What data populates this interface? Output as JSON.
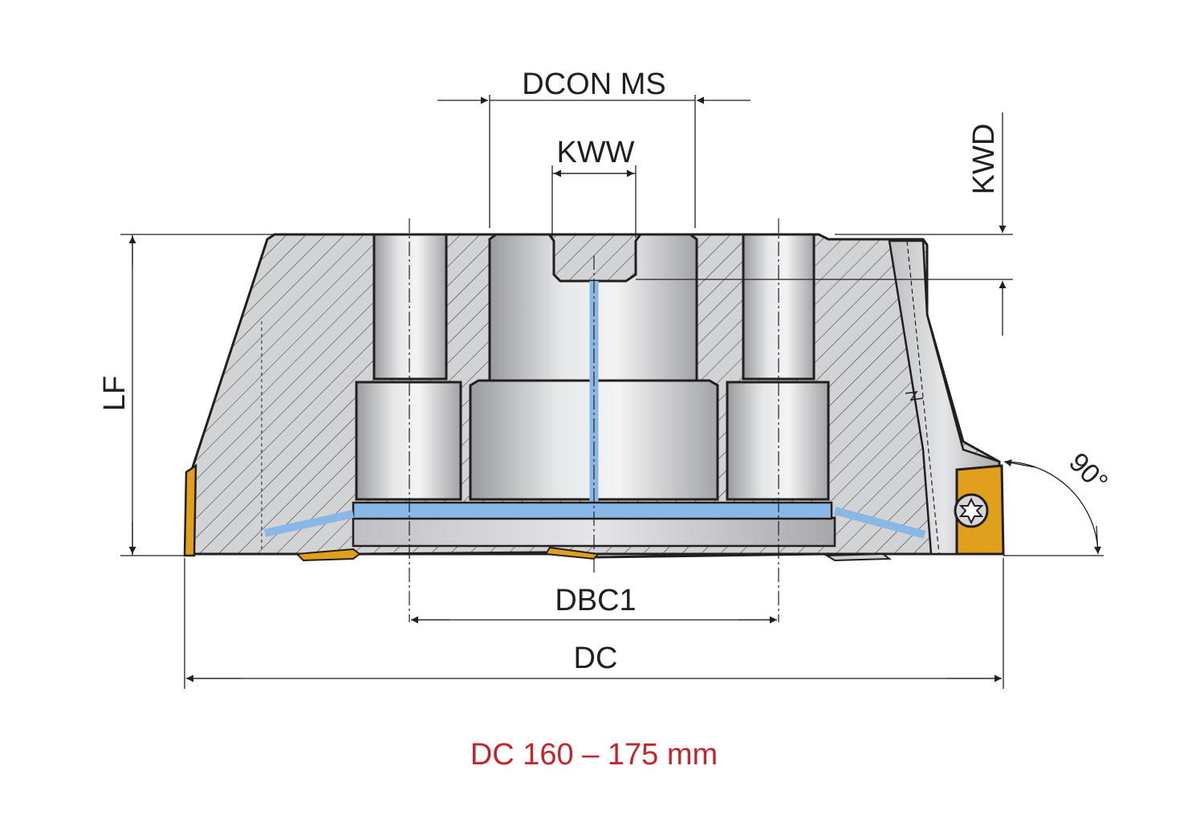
{
  "labels": {
    "dcon_ms": "DCON MS",
    "kww": "KWW",
    "kwd": "KWD",
    "lf": "LF",
    "angle": "90°",
    "dbc1": "DBC1",
    "dc": "DC"
  },
  "caption": "DC 160 – 175 mm",
  "colors": {
    "outline": "#231f20",
    "body_fill": "#d0d1d3",
    "hatch": "#231f20",
    "coolant": "#8ab8e6",
    "insert": "#e0a01c",
    "caption": "#c1272d"
  }
}
